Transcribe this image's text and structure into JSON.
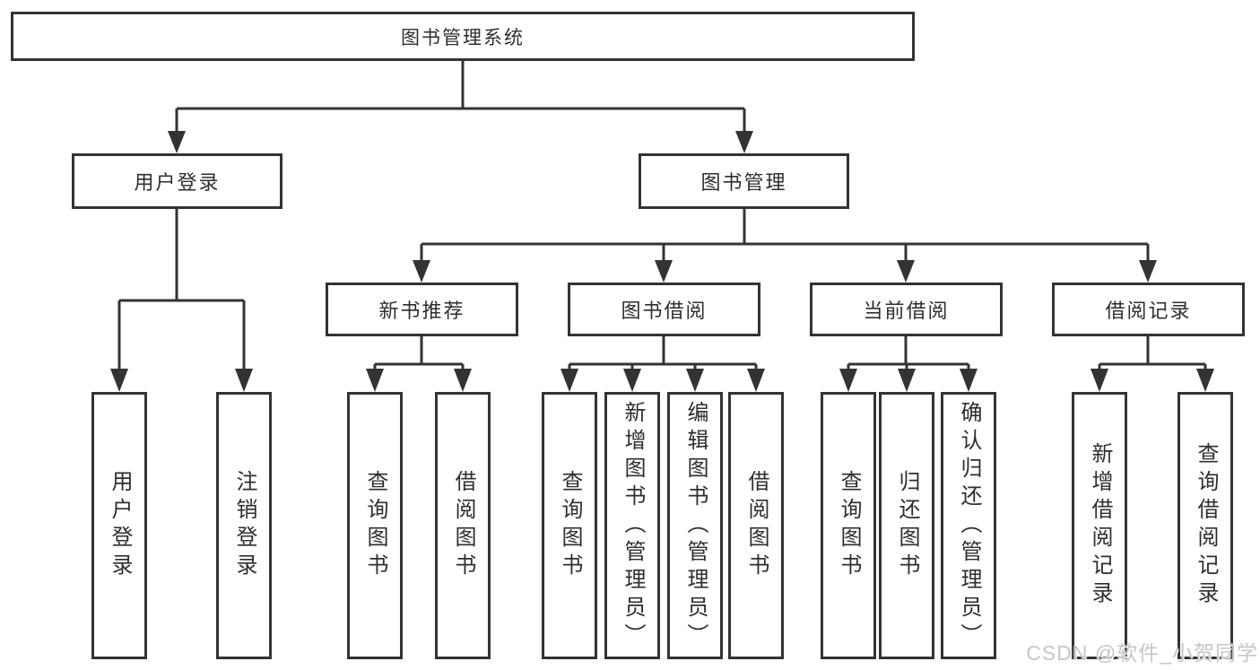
{
  "diagram": {
    "root": {
      "label": "图书管理系统"
    },
    "children": [
      {
        "label": "用户登录",
        "children": [
          {
            "label": "用户登录"
          },
          {
            "label": "注销登录"
          }
        ]
      },
      {
        "label": "图书管理",
        "children": [
          {
            "label": "新书推荐",
            "children": [
              {
                "label": "查询图书"
              },
              {
                "label": "借阅图书"
              }
            ]
          },
          {
            "label": "图书借阅",
            "children": [
              {
                "label": "查询图书"
              },
              {
                "label": "新增图书（管理员）"
              },
              {
                "label": "编辑图书（管理员）"
              },
              {
                "label": "借阅图书"
              }
            ]
          },
          {
            "label": "当前借阅",
            "children": [
              {
                "label": "查询图书"
              },
              {
                "label": "归还图书"
              },
              {
                "label": "确认归还（管理员）"
              }
            ]
          },
          {
            "label": "借阅记录",
            "children": [
              {
                "label": "新增借阅记录"
              },
              {
                "label": "查询借阅记录"
              }
            ]
          }
        ]
      }
    ]
  },
  "watermark": {
    "text": "CSDN @软件_小贺同学"
  },
  "colors": {
    "line": "#333333",
    "text": "#2e2e2e",
    "watermark": "#c3c7cb",
    "background": "#ffffff"
  }
}
